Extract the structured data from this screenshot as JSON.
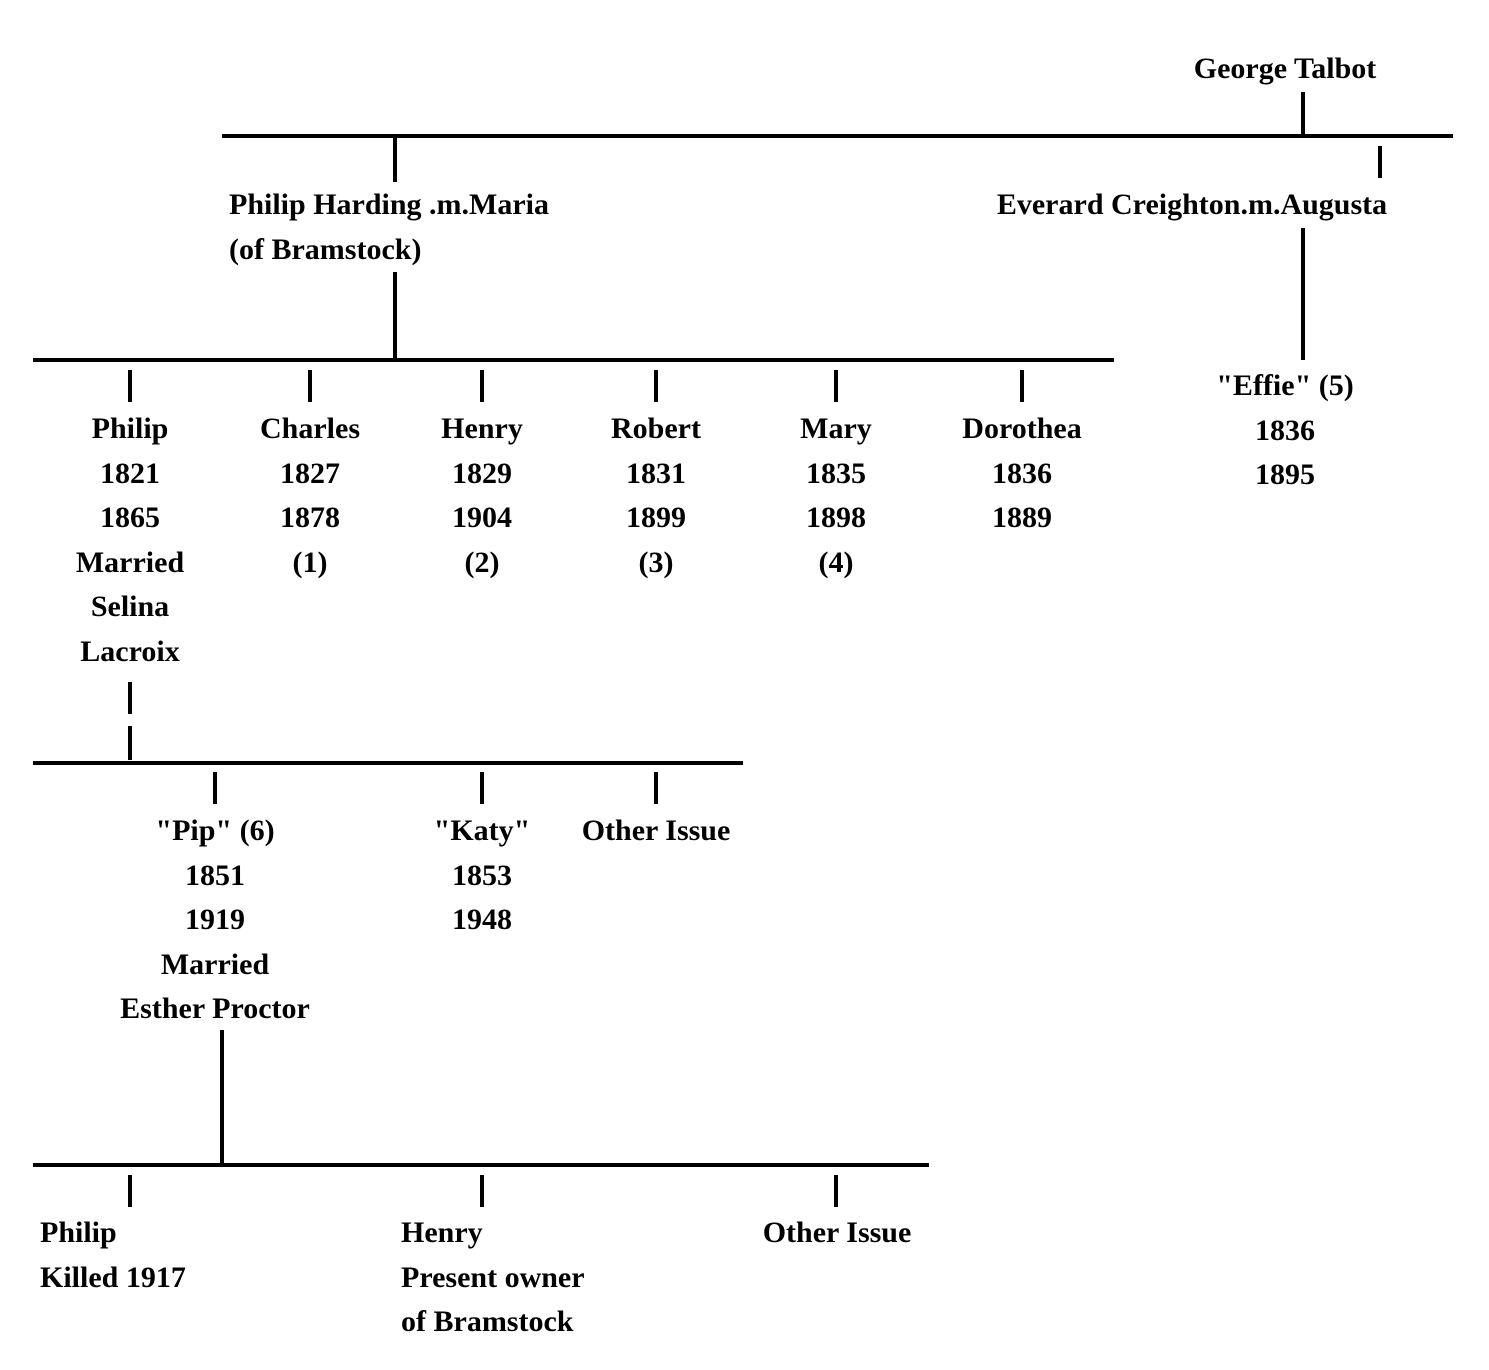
{
  "title": "Family tree of the Harding family of Bramstock",
  "root": {
    "name": "George Talbot"
  },
  "gen1": {
    "harding": {
      "line1": "Philip Harding .m.Maria",
      "line2": "(of Bramstock)"
    },
    "creighton": {
      "line1": "Everard Creighton.m.Augusta"
    }
  },
  "effie": {
    "name": "\"Effie\" (5)",
    "born": "1836",
    "died": "1895"
  },
  "children": [
    {
      "name": "Philip",
      "born": "1821",
      "died": "1865",
      "note1": "Married",
      "note2": "Selina",
      "note3": "Lacroix"
    },
    {
      "name": "Charles",
      "born": "1827",
      "died": "1878",
      "ref": "(1)"
    },
    {
      "name": "Henry",
      "born": "1829",
      "died": "1904",
      "ref": "(2)"
    },
    {
      "name": "Robert",
      "born": "1831",
      "died": "1899",
      "ref": "(3)"
    },
    {
      "name": "Mary",
      "born": "1835",
      "died": "1898",
      "ref": "(4)"
    },
    {
      "name": "Dorothea",
      "born": "1836",
      "died": "1889"
    }
  ],
  "grandchildren": [
    {
      "name": "\"Pip\" (6)",
      "born": "1851",
      "died": "1919",
      "note1": "Married",
      "note2": "Esther Proctor"
    },
    {
      "name": "\"Katy\"",
      "born": "1853",
      "died": "1948"
    },
    {
      "name": "Other Issue"
    }
  ],
  "great_grandchildren": [
    {
      "line1": "Philip",
      "line2": "Killed 1917"
    },
    {
      "line1": "Henry",
      "line2": "Present owner",
      "line3": "of Bramstock"
    },
    {
      "line1": "Other Issue"
    }
  ]
}
